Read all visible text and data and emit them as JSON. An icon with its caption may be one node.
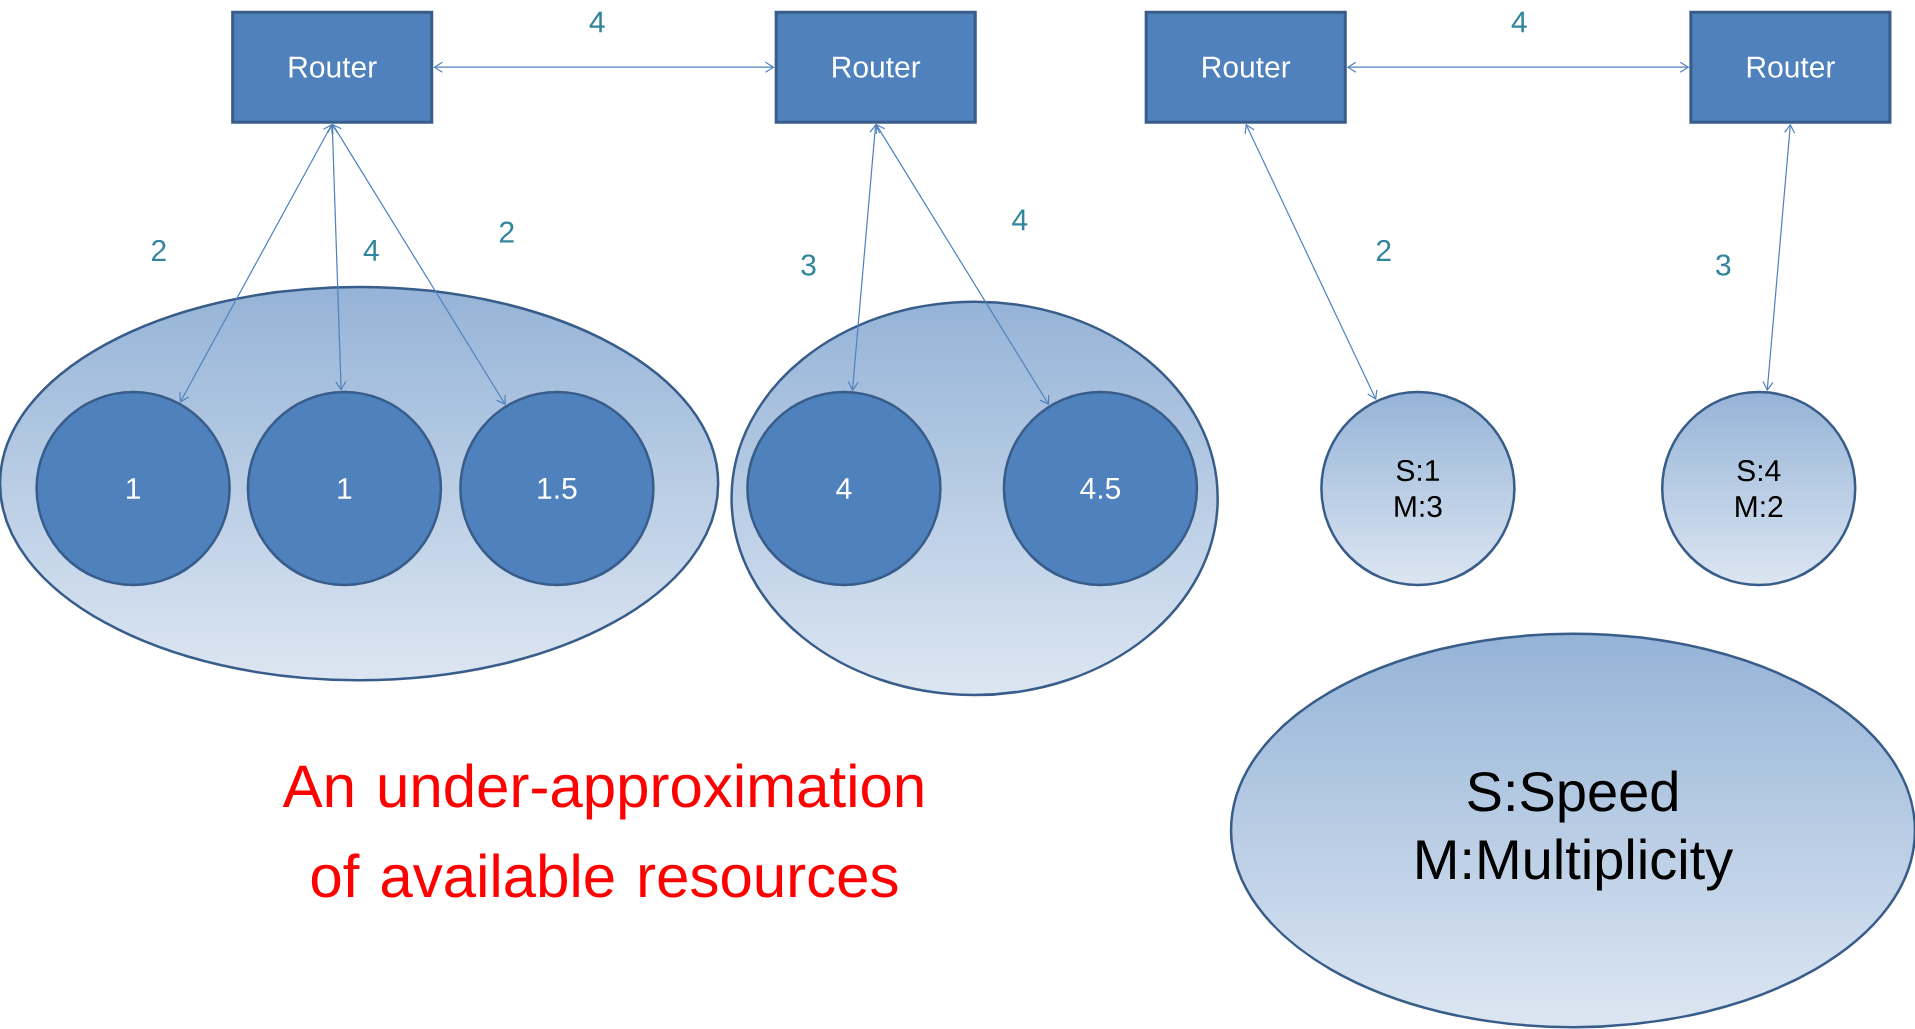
{
  "diagram": {
    "caption": "An under-approximation of available resources",
    "nodes": [
      {
        "text": [
          "Router"
        ]
      },
      {
        "text": [
          "Router"
        ]
      },
      {
        "text": [
          "Router"
        ]
      },
      {
        "text": [
          "Router"
        ]
      },
      {
        "text": [],
        "shape": "ellipse"
      },
      {
        "text": [
          "1"
        ],
        "in": 4
      },
      {
        "text": [
          "1"
        ],
        "in": 4
      },
      {
        "text": [
          "1.5"
        ],
        "in": 4
      },
      {
        "text": [],
        "shape": "ellipse"
      },
      {
        "text": [
          "4"
        ],
        "in": 8
      },
      {
        "text": [
          "4.5"
        ],
        "in": 8
      },
      {
        "text": [
          "S:1 M:3"
        ]
      },
      {
        "text": [
          "S:4 M:2"
        ]
      },
      {
        "text": [
          "S:Speed",
          "M:Multiplicity"
        ]
      }
    ],
    "edges": [
      {
        "from": 0,
        "to": 1,
        "arrow": "both",
        "label": "4"
      },
      {
        "from": 2,
        "to": 3,
        "arrow": "both",
        "label": "4"
      },
      {
        "from": 0,
        "to": 5,
        "arrow": "both",
        "label": "2"
      },
      {
        "from": 0,
        "to": 6,
        "arrow": "both",
        "label": "4"
      },
      {
        "from": 0,
        "to": 7,
        "arrow": "both",
        "label": "2"
      },
      {
        "from": 1,
        "to": 9,
        "arrow": "both",
        "label": "3"
      },
      {
        "from": 1,
        "to": 10,
        "arrow": "both",
        "label": "4"
      },
      {
        "from": 2,
        "to": 11,
        "arrow": "both",
        "label": "2"
      },
      {
        "from": 3,
        "to": 12,
        "arrow": "both",
        "label": "3"
      }
    ]
  }
}
